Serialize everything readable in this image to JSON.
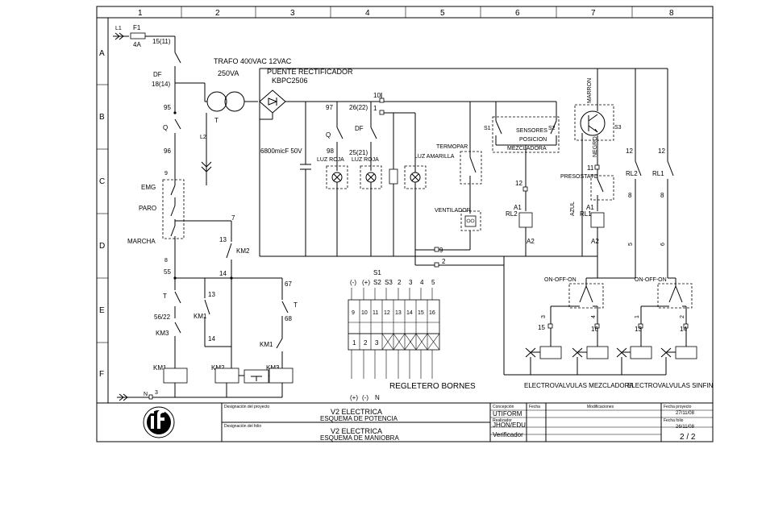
{
  "columns": [
    "1",
    "2",
    "3",
    "4",
    "5",
    "6",
    "7",
    "8"
  ],
  "rows": [
    "A",
    "B",
    "C",
    "D",
    "E",
    "F"
  ],
  "power": {
    "phase": "L1",
    "fuse": "F1",
    "fuse_rating": "4A",
    "neutral": "N",
    "neutral_terminal": "3",
    "transformer": "TRAFO 400VAC 12VAC",
    "transformer_va": "250VA",
    "transformer_ref": "T",
    "rectifier": "PUENTE RECTIFICADOR",
    "rectifier_ref": "KBPC2506",
    "capacitor": "6800micF 50V",
    "l2": "L2"
  },
  "control": {
    "terminals": [
      "15(11)",
      "18(14)",
      "95",
      "96",
      "9",
      "7",
      "8",
      "55",
      "13",
      "14",
      "67",
      "68",
      "56/22",
      "14",
      "13",
      "14"
    ],
    "df": "DF",
    "q": "Q",
    "emg": "EMG",
    "paro": "PARO",
    "marcha": "MARCHA",
    "km1": "KM1",
    "km2": "KM2",
    "km3": "KM3",
    "t": "T"
  },
  "dc": {
    "t97": "97",
    "t98": "98",
    "t26": "26(22)",
    "t25": "25(21)",
    "t10": "10",
    "t1": "1",
    "t9": "9",
    "t2": "2",
    "luz_roja": "LUZ ROJA",
    "luz_amarilla": "LUZ AMARILLA",
    "termopar": "TERMOPAR",
    "ventilador": "VENTILADOR",
    "s1": "S1",
    "s2": "S2",
    "s3": "S3",
    "sensores": "SENSORES",
    "posicion": "POSICION",
    "mezcladora": "MEZCLADORA",
    "marron": "MARRON",
    "negro": "NEGRO",
    "azul": "AZUL",
    "presostato": "PRESOSTATO",
    "t12": "12",
    "t11": "11",
    "a1": "A1",
    "a2": "A2",
    "rl1": "RL1",
    "rl2": "RL2",
    "t5": "5",
    "t6": "6",
    "onoffon": "ON-OFF-ON",
    "ev_mez": "ELECTROVALVULAS MEZCLADORA",
    "ev_sin": "ELECTROVALVULAS SINFIN",
    "vt": [
      "15",
      "16",
      "13",
      "14"
    ],
    "vt_top": [
      "3",
      "4",
      "1",
      "2"
    ]
  },
  "regletero": {
    "title": "REGLETERO BORNES",
    "s1": "S1",
    "top_labels": [
      "(-)",
      "(+)",
      "S2",
      "S3",
      "2",
      "3",
      "4",
      "5"
    ],
    "mid_numbers": [
      "9",
      "10",
      "11",
      "12",
      "13",
      "14",
      "15",
      "16"
    ],
    "low_numbers": [
      "1",
      "2",
      "3"
    ],
    "bottom_labels": [
      "(+)",
      "(-)",
      "N"
    ]
  },
  "title_block": {
    "proj_label": "Designación del proyecto",
    "proj_name": "V2 ELECTRICA",
    "proj_sub": "ESQUEMA DE POTENCIA",
    "folio_label": "Designación del folio",
    "folio_name": "V2 ELECTRICA",
    "folio_sub": "ESQUEMA DE MANIOBRA",
    "concepcion": "Concepción",
    "concepcion_val": "UTIFORM",
    "realizador": "Realizador",
    "realizador_val": "JHON/EDU",
    "verificador": "Verificador",
    "fecha": "Fecha",
    "modificaciones": "Modificaciones",
    "fecha_proyecto": "Fecha proyecto",
    "fecha_proyecto_val": "27/11/08",
    "fecha_folio": "Fecha folio",
    "fecha_folio_val": "26/11/08",
    "page": "2 / 2"
  }
}
